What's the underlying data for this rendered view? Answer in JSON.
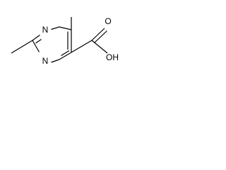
{
  "diagram": {
    "type": "chemical-structure",
    "atoms": {
      "n1": "N",
      "n2": "N",
      "o_carbonyl": "O",
      "o_hydroxyl": "OH"
    },
    "colors": {
      "line": "#000000",
      "background": "#ffffff"
    }
  }
}
